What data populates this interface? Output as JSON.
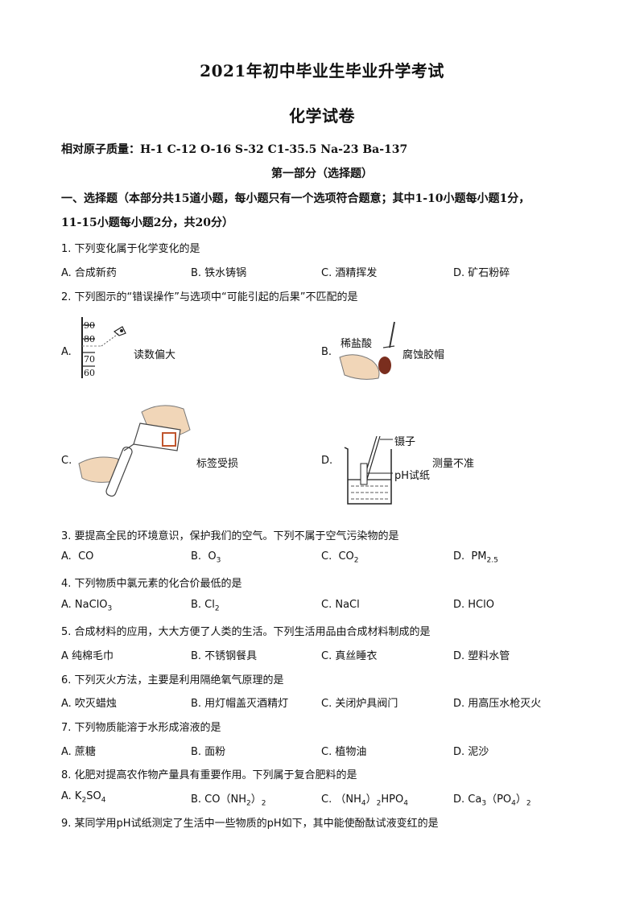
{
  "header": {
    "title": "2021年初中毕业生毕业升学考试",
    "subtitle": "化学试卷"
  },
  "atomic_masses": "相对原子质量：H-1  C-12  O-16  S-32  C1-35.5  Na-23  Ba-137",
  "part_title": "第一部分（选择题）",
  "section": {
    "line1": "一、选择题（本部分共15道小题，每小题只有一个选项符合题意；其中1-10小题每小题1分，",
    "line2": "11-15小题每小题2分，共20分）"
  },
  "q1": {
    "stem": "1. 下列变化属于化学变化的是",
    "options": [
      "A.  合成新药",
      "B.  铁水铸锅",
      "C.  酒精挥发",
      "D.  矿石粉碎"
    ]
  },
  "q2": {
    "stem": "2. 下列图示的“错误操作”与选项中“可能引起的后果”不匹配的是",
    "a_letter": "A.",
    "a_text": "读数偏大",
    "a_ticks": [
      "90",
      "80",
      "70",
      "60"
    ],
    "b_letter": "B.",
    "b_text": "腐蚀胶帽",
    "b_label": "稀盐酸",
    "c_letter": "C.",
    "c_text": "标签受损",
    "d_letter": "D.",
    "d_text": "测量不准",
    "d_label1": "镊子",
    "d_label2": "pH试纸"
  },
  "q3": {
    "stem": "3. 要提高全民的环境意识，保护我们的空气。下列不属于空气污染物的是",
    "options": [
      {
        "letter": "A.",
        "main": "CO",
        "sub": ""
      },
      {
        "letter": "B.",
        "main": "O",
        "sub": "3"
      },
      {
        "letter": "C.",
        "main": "CO",
        "sub": "2"
      },
      {
        "letter": "D.",
        "main": "PM",
        "sub": "2.5"
      }
    ]
  },
  "q4": {
    "stem": "4. 下列物质中氯元素的化合价最低的是",
    "options": [
      {
        "main": "A. NaClO",
        "sub": "3"
      },
      {
        "main": "B. Cl",
        "sub": "2"
      },
      {
        "main": "C. NaCl",
        "sub": ""
      },
      {
        "main": "D. HClO",
        "sub": ""
      }
    ]
  },
  "q5": {
    "stem": "5. 合成材料的应用，大大方便了人类的生活。下列生活用品由合成材料制成的是",
    "options": [
      "A  纯棉毛巾",
      "B. 不锈钢餐具",
      "C. 真丝睡衣",
      "D. 塑料水管"
    ]
  },
  "q6": {
    "stem": "6. 下列灭火方法，主要是利用隔绝氧气原理的是",
    "options": [
      "A.  吹灭蜡烛",
      "B.  用灯帽盖灭酒精灯",
      "C.  关闭炉具阀门",
      "D.  用高压水枪灭火"
    ]
  },
  "q7": {
    "stem": "7. 下列物质能溶于水形成溶液的是",
    "options": [
      "A.  蔗糖",
      "B.  面粉",
      "C.  植物油",
      "D.  泥沙"
    ]
  },
  "q8": {
    "stem": "8. 化肥对提高农作物产量具有重要作用。下列属于复合肥料的是",
    "a": {
      "p1": "A.  K",
      "s1": "2",
      "p2": "SO",
      "s2": "4"
    },
    "b": {
      "p1": "B.  CO（NH",
      "s1": "2",
      "p2": "）",
      "s2": "2"
    },
    "c": {
      "p1": "C.  （NH",
      "s1": "4",
      "p2": "）",
      "s2": "2",
      "p3": "HPO",
      "s3": "4"
    },
    "d": {
      "p1": "D.  Ca",
      "s1": "3",
      "p2": "（PO",
      "s2": "4",
      "p3": "）",
      "s3": "2"
    }
  },
  "q9": {
    "stem": "9.  某同学用pH试纸测定了生活中一些物质的pH如下，其中能使酚酞试液变红的是"
  }
}
